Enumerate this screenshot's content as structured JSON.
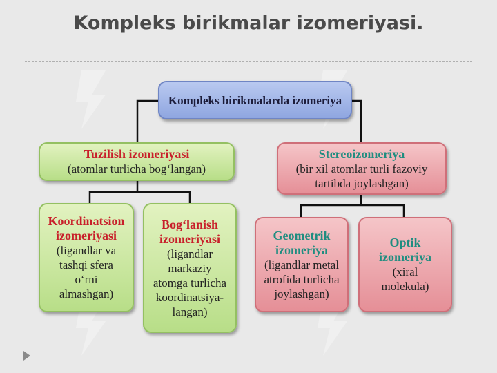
{
  "title": "Kompleks birikmalar izomeriyasi.",
  "colors": {
    "root": "#8fa6e0",
    "structural": "#b8de88",
    "stereo": "#e58f97",
    "heading_red": "#c81f2a",
    "heading_teal": "#1f8d80"
  },
  "root": {
    "label": "Kompleks birikmalarda izomeriya"
  },
  "structural": {
    "heading": "Tuzilish izomeriyasi",
    "desc": "(atomlar turlicha bog‘langan)",
    "coordination": {
      "heading_lines": [
        "Koordinatsion",
        "izomeriyasi"
      ],
      "desc_lines": [
        "(ligandlar va",
        "tashqi sfera",
        "o‘rni",
        "almashgan)"
      ]
    },
    "linkage": {
      "heading_lines": [
        "Bog‘lanish",
        "izomeriyasi"
      ],
      "desc_lines": [
        "(ligandlar",
        "markaziy",
        "atomga turlicha",
        "koordinatsiya-",
        "langan)"
      ]
    }
  },
  "stereo": {
    "heading": "Stereoizomeriya",
    "desc_lines": [
      "(bir xil atomlar turli fazoviy",
      "tartibda joylashgan)"
    ],
    "geometric": {
      "heading_lines": [
        "Geometrik",
        "izomeriya"
      ],
      "desc_lines": [
        "(ligandlar metal",
        "atrofida turlicha",
        "joylashgan)"
      ]
    },
    "optical": {
      "heading_lines": [
        "Optik",
        "izomeriya"
      ],
      "desc_lines": [
        "(xiral",
        "molekula)"
      ]
    }
  },
  "icons": {
    "play": "play-icon",
    "watermark": "logo-watermark"
  }
}
